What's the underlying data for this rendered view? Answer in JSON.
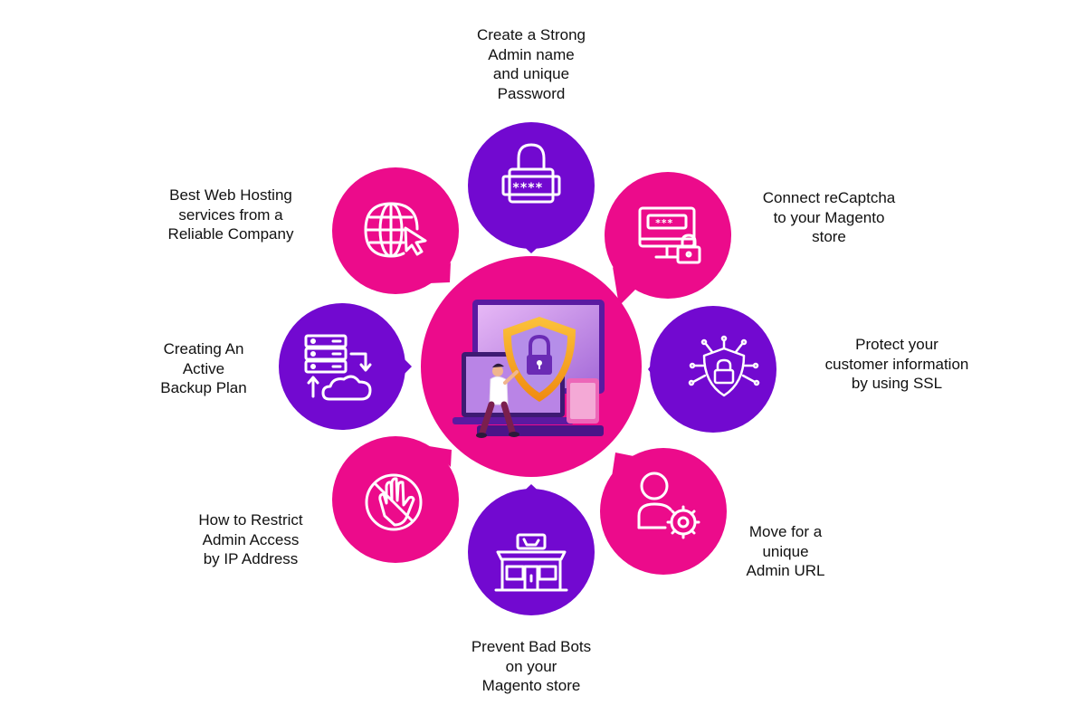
{
  "colors": {
    "magenta": "#ec0b8b",
    "purple": "#7209d0",
    "icon_stroke": "#ffffff",
    "text": "#111111",
    "screen_light": "#d9a7f2",
    "shield_orange": "#f7a31a"
  },
  "center": {
    "illustration": "monitor-shield-padlock-person"
  },
  "items": [
    {
      "id": "password",
      "icon": "padlock-password-icon",
      "label": [
        "Create a Strong",
        "Admin name",
        "and unique",
        "Password"
      ]
    },
    {
      "id": "recaptcha",
      "icon": "monitor-lock-icon",
      "label": [
        "Connect reCaptcha",
        "to your Magento",
        "store"
      ]
    },
    {
      "id": "ssl",
      "icon": "shield-circuit-icon",
      "label": [
        "Protect your",
        "customer information",
        "by using SSL"
      ]
    },
    {
      "id": "admin-url",
      "icon": "user-gear-icon",
      "label": [
        "Move for a",
        "unique",
        "Admin URL"
      ]
    },
    {
      "id": "bad-bots",
      "icon": "storefront-icon",
      "label": [
        "Prevent Bad Bots",
        "on your",
        "Magento store"
      ]
    },
    {
      "id": "restrict-ip",
      "icon": "blocked-hand-icon",
      "label": [
        "How to Restrict",
        "Admin Access",
        "by IP Address"
      ]
    },
    {
      "id": "backup",
      "icon": "server-cloud-icon",
      "label": [
        "Creating An",
        "Active",
        "Backup Plan"
      ]
    },
    {
      "id": "hosting",
      "icon": "globe-cursor-icon",
      "label": [
        "Best Web Hosting",
        "services from a",
        "Reliable Company"
      ]
    }
  ]
}
